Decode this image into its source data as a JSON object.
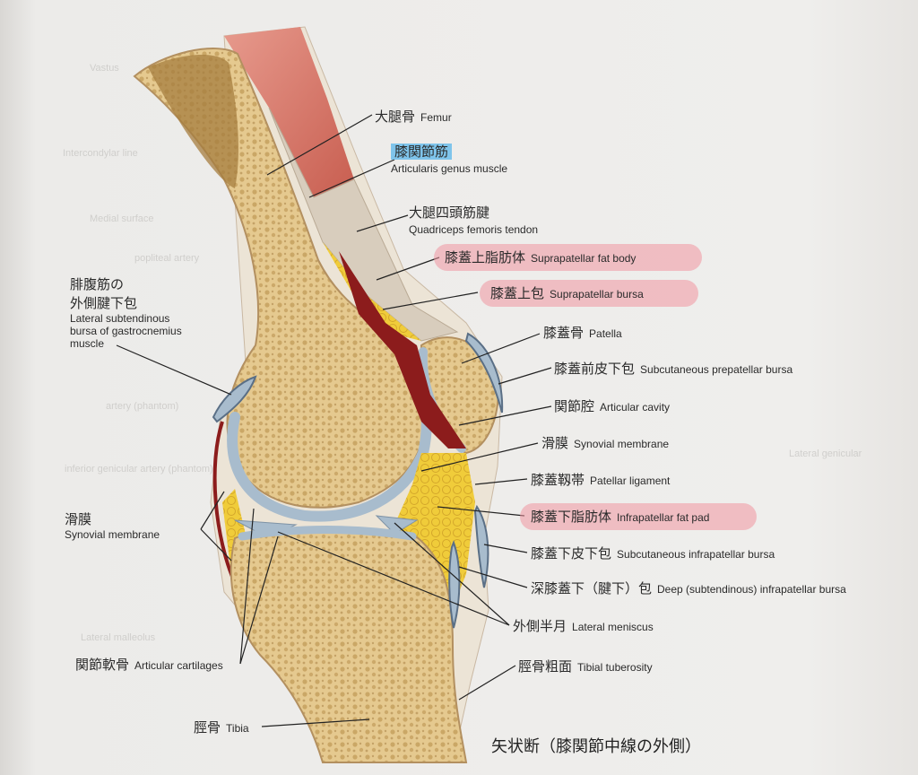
{
  "caption": "矢状断（膝関節中線の外側）",
  "labels": {
    "femur": {
      "jp": "大腿骨",
      "en": "Femur"
    },
    "articularis": {
      "jp": "膝関節筋",
      "en": "Articularis genus muscle"
    },
    "quadriceps": {
      "jp": "大腿四頭筋腱",
      "en": "Quadriceps femoris tendon"
    },
    "suprapatellar_fat": {
      "jp": "膝蓋上脂肪体",
      "en": "Suprapatellar fat body"
    },
    "suprapatellar_bursa": {
      "jp": "膝蓋上包",
      "en": "Suprapatellar bursa"
    },
    "patella": {
      "jp": "膝蓋骨",
      "en": "Patella"
    },
    "prepatellar_bursa": {
      "jp": "膝蓋前皮下包",
      "en": "Subcutaneous prepatellar bursa"
    },
    "articular_cavity": {
      "jp": "関節腔",
      "en": "Articular cavity"
    },
    "synovial_right": {
      "jp": "滑膜",
      "en": "Synovial membrane"
    },
    "patellar_ligament": {
      "jp": "膝蓋靱帯",
      "en": "Patellar ligament"
    },
    "infrapatellar_fat": {
      "jp": "膝蓋下脂肪体",
      "en": "Infrapatellar fat pad"
    },
    "sub_infrapatellar": {
      "jp": "膝蓋下皮下包",
      "en": "Subcutaneous infrapatellar bursa"
    },
    "deep_infrapatellar": {
      "jp": "深膝蓋下（腱下）包",
      "en": "Deep (subtendinous) infrapatellar bursa"
    },
    "lateral_meniscus": {
      "jp": "外側半月",
      "en": "Lateral meniscus"
    },
    "tibial_tuberosity": {
      "jp": "脛骨粗面",
      "en": "Tibial tuberosity"
    },
    "articular_cartilages": {
      "jp": "関節軟骨",
      "en": "Articular cartilages"
    },
    "tibia": {
      "jp": "脛骨",
      "en": "Tibia"
    },
    "synovial_left": {
      "jp": "滑膜",
      "en": "Synovial membrane"
    },
    "gastrocnemius": {
      "jp1": "腓腹筋の",
      "jp2": "外側腱下包",
      "en1": "Lateral subtendinous",
      "en2": "bursa of gastrocnemius",
      "en3": "muscle"
    }
  },
  "colors": {
    "bone": "#e2c690",
    "marrow": "#a57e3f",
    "cartilage": "#a8bccd",
    "fat": "#f0cc3a",
    "synovium": "#8c1c1c",
    "muscle": "#d9776a",
    "tendon": "#cfc3b1",
    "highlight_pink": "#f096a0",
    "highlight_blue": "#50b4eb"
  }
}
